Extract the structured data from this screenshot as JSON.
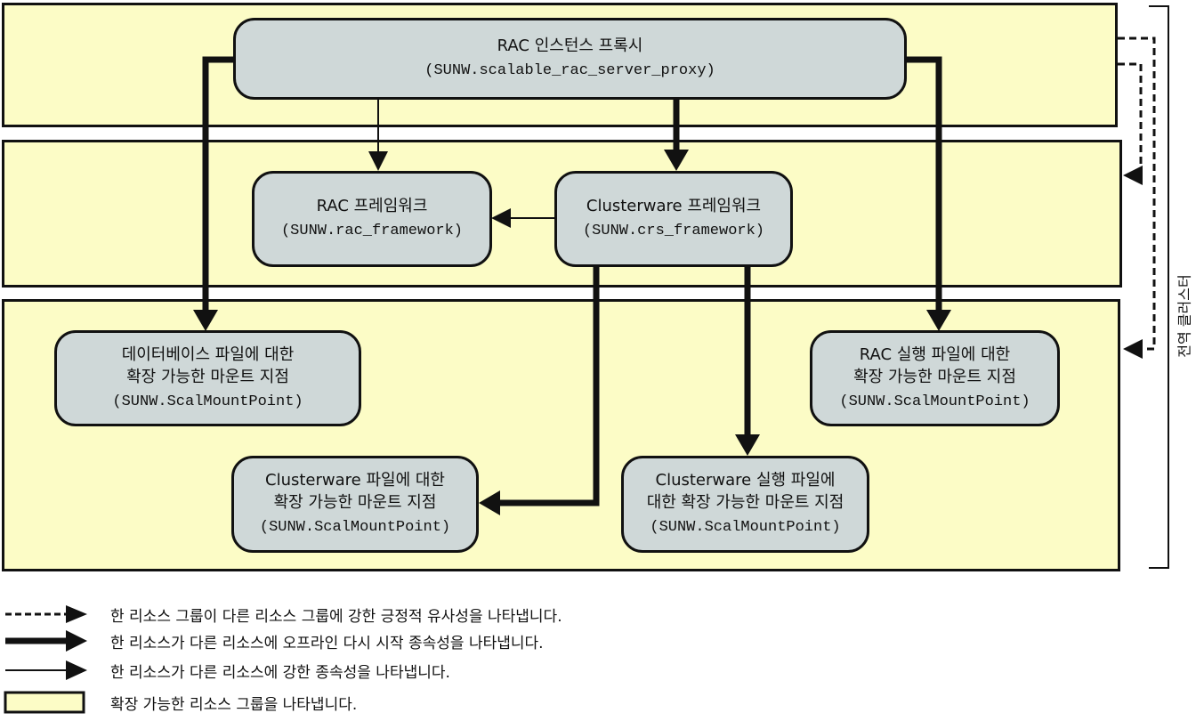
{
  "diagram": {
    "nodes": {
      "proxy": {
        "title": "RAC 인스턴스 프록시",
        "code": "(SUNW.scalable_rac_server_proxy)"
      },
      "rac_framework": {
        "title": "RAC 프레임워크",
        "code": "(SUNW.rac_framework)"
      },
      "crs_framework": {
        "title": "Clusterware 프레임워크",
        "code": "(SUNW.crs_framework)"
      },
      "db_files_mount": {
        "title_line1": "데이터베이스 파일에 대한",
        "title_line2": "확장 가능한 마운트 지점",
        "code": "(SUNW.ScalMountPoint)"
      },
      "rac_bin_mount": {
        "title_line1": "RAC 실행 파일에 대한",
        "title_line2": "확장 가능한 마운트 지점",
        "code": "(SUNW.ScalMountPoint)"
      },
      "crs_files_mount": {
        "title_line1": "Clusterware 파일에 대한",
        "title_line2": "확장 가능한 마운트 지점",
        "code": "(SUNW.ScalMountPoint)"
      },
      "crs_bin_mount": {
        "title_line1": "Clusterware 실행 파일에",
        "title_line2": "대한 확장 가능한 마운트 지점",
        "code": "(SUNW.ScalMountPoint)"
      }
    },
    "edges": [
      {
        "from": "proxy",
        "to": "db_files_mount",
        "type": "offline-restart"
      },
      {
        "from": "proxy",
        "to": "rac_framework",
        "type": "strong"
      },
      {
        "from": "proxy",
        "to": "crs_framework",
        "type": "offline-restart"
      },
      {
        "from": "proxy",
        "to": "rac_bin_mount",
        "type": "offline-restart"
      },
      {
        "from": "crs_framework",
        "to": "rac_framework",
        "type": "strong"
      },
      {
        "from": "crs_framework",
        "to": "crs_files_mount",
        "type": "offline-restart"
      },
      {
        "from": "crs_framework",
        "to": "crs_bin_mount",
        "type": "offline-restart"
      },
      {
        "from": "group-top",
        "to": "group-middle",
        "type": "positive-affinity"
      },
      {
        "from": "group-top",
        "to": "group-bottom",
        "type": "positive-affinity"
      }
    ],
    "global_cluster_label": "전역 클러스터"
  },
  "legend": {
    "items": [
      {
        "symbol": "dashed-arrow",
        "text": "한 리소스 그룹이 다른 리소스 그룹에 강한 긍정적 유사성을 나타냅니다."
      },
      {
        "symbol": "thick-arrow",
        "text": "한 리소스가 다른 리소스에 오프라인 다시 시작 종속성을 나타냅니다."
      },
      {
        "symbol": "thin-arrow",
        "text": "한 리소스가 다른 리소스에 강한 종속성을 나타냅니다."
      },
      {
        "symbol": "group-box",
        "text": "확장 가능한 리소스 그룹을 나타냅니다."
      }
    ]
  },
  "colors": {
    "group_fill": "#fcfcc6",
    "node_fill": "#cfd8d8",
    "line": "#111111"
  }
}
